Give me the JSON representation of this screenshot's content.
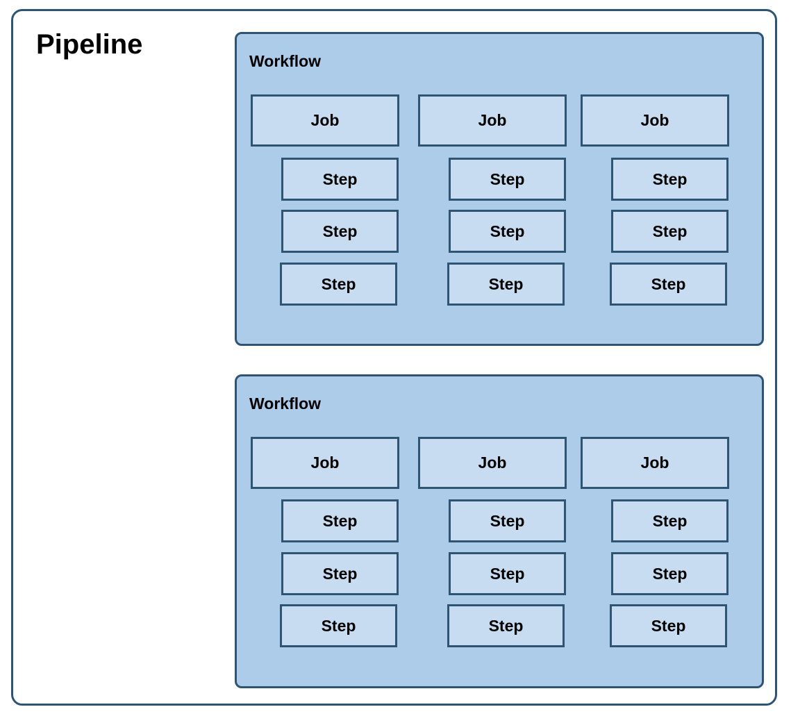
{
  "pipeline": {
    "title": "Pipeline"
  },
  "workflows": [
    {
      "label": "Workflow",
      "jobs": [
        {
          "label": "Job",
          "steps": [
            "Step",
            "Step",
            "Step"
          ]
        },
        {
          "label": "Job",
          "steps": [
            "Step",
            "Step",
            "Step"
          ]
        },
        {
          "label": "Job",
          "steps": [
            "Step",
            "Step",
            "Step"
          ]
        }
      ]
    },
    {
      "label": "Workflow",
      "jobs": [
        {
          "label": "Job",
          "steps": [
            "Step",
            "Step",
            "Step"
          ]
        },
        {
          "label": "Job",
          "steps": [
            "Step",
            "Step",
            "Step"
          ]
        },
        {
          "label": "Job",
          "steps": [
            "Step",
            "Step",
            "Step"
          ]
        }
      ]
    }
  ],
  "colors": {
    "border": "#2f5473",
    "workflow_fill": "#adcce9",
    "box_fill": "#c7dcf0"
  }
}
